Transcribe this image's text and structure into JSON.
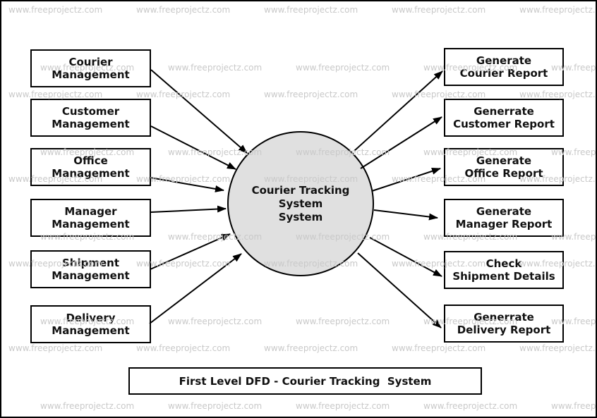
{
  "title_box": {
    "text": "First Level DFD - Courier Tracking  System"
  },
  "process": {
    "label": "Courier Tracking System\nSystem"
  },
  "entities": [
    {
      "label": "Courier\nManagement"
    },
    {
      "label": "Customer\nManagement"
    },
    {
      "label": "Office\nManagement"
    },
    {
      "label": "Manager\nManagement"
    },
    {
      "label": "Shipment\nManagement"
    },
    {
      "label": "Delivery\nManagement"
    }
  ],
  "outputs": [
    {
      "label": "Generate\nCourier Report"
    },
    {
      "label": "Generrate\nCustomer Report"
    },
    {
      "label": "Generate\nOffice Report"
    },
    {
      "label": "Generate\nManager Report"
    },
    {
      "label": "Check\nShipment Details"
    },
    {
      "label": "Generrate\nDelivery Report"
    }
  ],
  "watermark": {
    "text": "www.freeprojectz.com",
    "color": "#c9c9c9"
  },
  "colors": {
    "process_fill": "#e0e0e0",
    "box_fill": "#ffffff",
    "stroke": "#000000",
    "text": "#111111"
  }
}
